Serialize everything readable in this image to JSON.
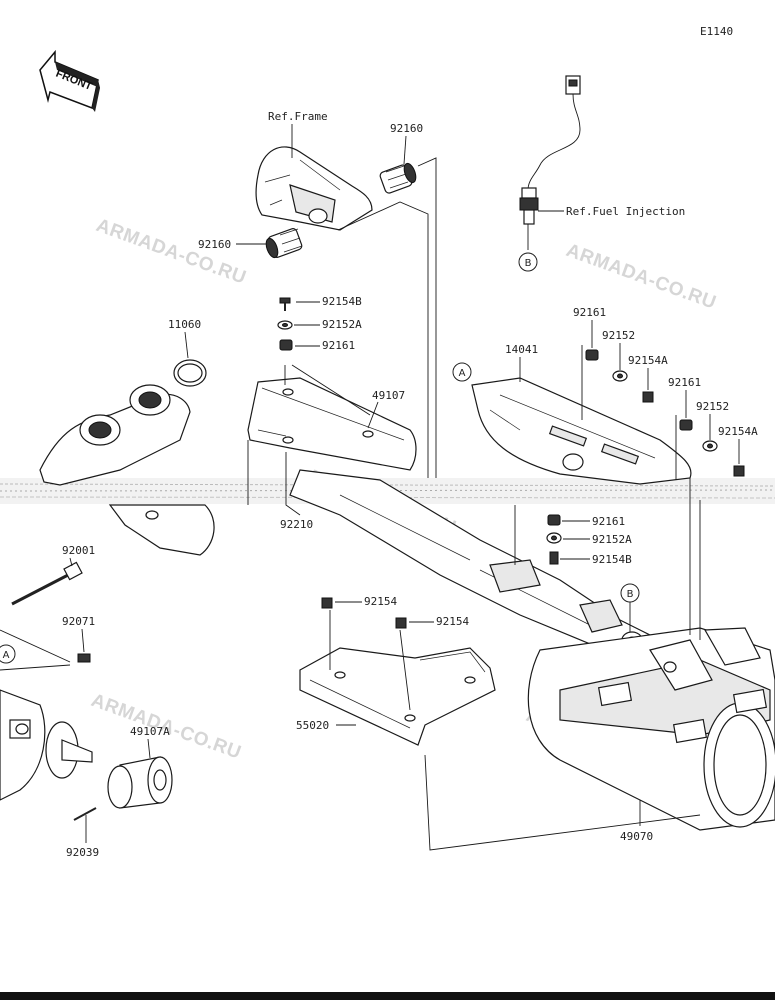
{
  "diagram_code": "E1140",
  "front_label": "FRONT",
  "watermark": "ARMADA-CO.RU",
  "refs": {
    "frame": "Ref.Frame",
    "fuel_injection": "Ref.Fuel Injection"
  },
  "circle_tags": {
    "a": "A",
    "b": "B"
  },
  "parts": {
    "p92160_top": "92160",
    "p92160_left": "92160",
    "p92154B_top": "92154B",
    "p92152A_top": "92152A",
    "p92161_top": "92161",
    "p11060": "11060",
    "p49107": "49107",
    "p92210": "92210",
    "p92001": "92001",
    "p92071": "92071",
    "p49107A": "49107A",
    "p92039": "92039",
    "p14041": "14041",
    "p92161_r1": "92161",
    "p92152_r1": "92152",
    "p92154A_r1": "92154A",
    "p92161_r2": "92161",
    "p92152_r2": "92152",
    "p92154A_r2": "92154A",
    "p92161_mid": "92161",
    "p92152A_mid": "92152A",
    "p92154B_mid": "92154B",
    "p92154_a": "92154",
    "p92154_b": "92154",
    "p55020": "55020",
    "p49070": "49070"
  }
}
